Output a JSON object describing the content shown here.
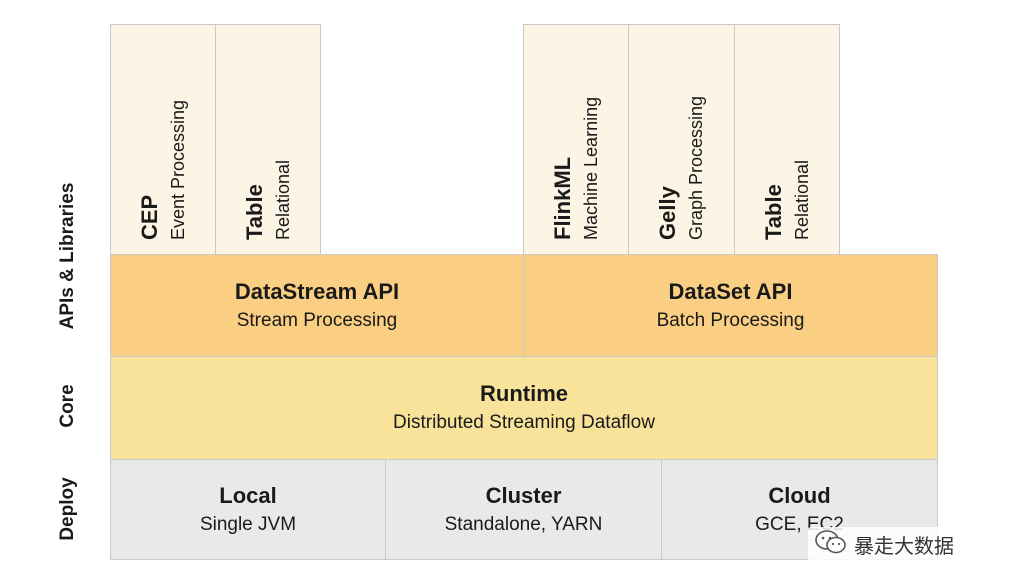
{
  "side_labels": {
    "apis": "APIs & Libraries",
    "core": "Core",
    "deploy": "Deploy"
  },
  "libraries": [
    {
      "title": "CEP",
      "subtitle": "Event Processing"
    },
    {
      "title": "Table",
      "subtitle": "Relational"
    },
    {
      "title": "FlinkML",
      "subtitle": "Machine Learning"
    },
    {
      "title": "Gelly",
      "subtitle": "Graph Processing"
    },
    {
      "title": "Table",
      "subtitle": "Relational"
    }
  ],
  "apis": [
    {
      "title": "DataStream API",
      "subtitle": "Stream Processing"
    },
    {
      "title": "DataSet API",
      "subtitle": "Batch Processing"
    }
  ],
  "core": {
    "title": "Runtime",
    "subtitle": "Distributed Streaming Dataflow"
  },
  "deploy": [
    {
      "title": "Local",
      "subtitle": "Single JVM"
    },
    {
      "title": "Cluster",
      "subtitle": "Standalone, YARN"
    },
    {
      "title": "Cloud",
      "subtitle": "GCE, EC2"
    }
  ],
  "watermark": {
    "text": "暴走大数据",
    "icon": "wechat-icon"
  },
  "colors": {
    "library": "#fcf4e4",
    "api": "#fbcf83",
    "core": "#f9e39a",
    "deploy": "#e9e9e9"
  }
}
